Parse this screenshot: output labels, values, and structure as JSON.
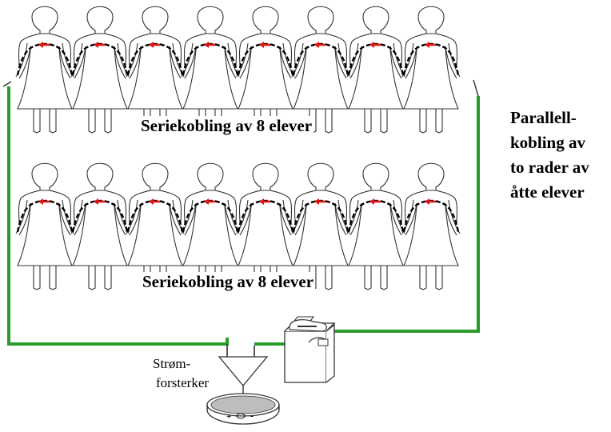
{
  "labels": {
    "row1": "Seriekobling av 8 elever",
    "row2": "Seriekobling av 8 elever",
    "parallel_lines": [
      "Parallell-",
      "kobling av",
      "to rader av",
      "åtte elever"
    ],
    "amplifier_lines": [
      "Strøm-",
      "forsterker"
    ]
  },
  "meter": {
    "plus": "+",
    "minus": "-"
  },
  "rows": [
    {
      "name": "row-1",
      "students": 8
    },
    {
      "name": "row-2",
      "students": 8
    }
  ],
  "colors": {
    "wire": "#2a9b2a",
    "arrow": "#e0140f",
    "outline": "#333333",
    "current_path": "#000000"
  }
}
